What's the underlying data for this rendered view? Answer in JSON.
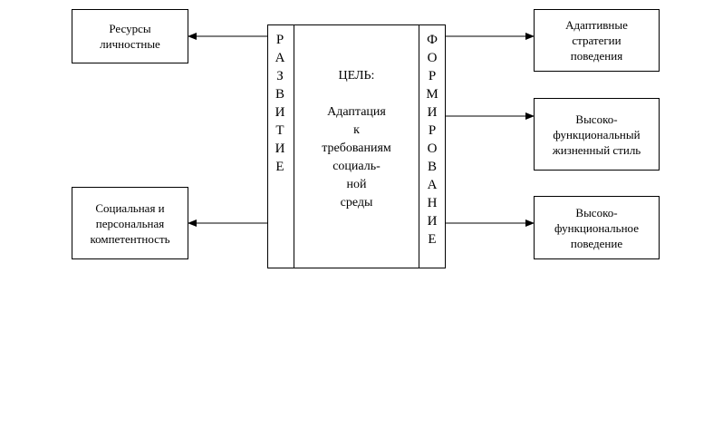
{
  "left_boxes": {
    "resources": "Ресурсы\nличностные",
    "competence": "Социальная и\nперсональная\nкомпетентность"
  },
  "right_boxes": {
    "strategies": "Адаптивные\nстратегии\nповедения",
    "lifestyle": "Высоко-\nфункциональный\nжизненный стиль",
    "behavior": "Высоко-\nфункциональное\nповедение"
  },
  "center": {
    "left_column": [
      "Р",
      "А",
      "З",
      "В",
      "И",
      "Т",
      "И",
      "Е"
    ],
    "right_column": [
      "Ф",
      "О",
      "Р",
      "М",
      "И",
      "Р",
      "О",
      "В",
      "А",
      "Н",
      "И",
      "Е"
    ],
    "goal_lines": [
      "ЦЕЛЬ:",
      "",
      "Адаптация",
      "к",
      "требованиям",
      "социаль-",
      "ной",
      "среды"
    ]
  }
}
